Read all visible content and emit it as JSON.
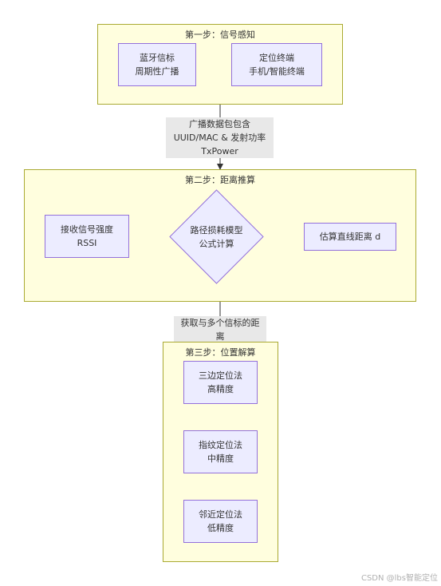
{
  "clusters": {
    "step1": "第一步：信号感知",
    "step2": "第二步：距离推算",
    "step3": "第三步：位置解算"
  },
  "nodes": {
    "beacon": [
      "蓝牙信标",
      "周期性广播"
    ],
    "terminal": [
      "定位终端",
      "手机/智能终端"
    ],
    "rssi": [
      "接收信号强度",
      "RSSI"
    ],
    "pathloss": [
      "路径损耗模型",
      "公式计算"
    ],
    "distance": [
      "估算直线距离 d"
    ],
    "trilateration": [
      "三边定位法",
      "高精度"
    ],
    "fingerprint": [
      "指纹定位法",
      "中精度"
    ],
    "proximity": [
      "邻近定位法",
      "低精度"
    ]
  },
  "edge_labels": {
    "broadcast": [
      "广播数据包包含",
      "UUID/MAC & 发射功率",
      "TxPower"
    ],
    "multi": [
      "获取与多个信标的距离"
    ]
  },
  "footer": "CSDN @lbs智能定位",
  "colors": {
    "cluster_fill": "#fffede",
    "cluster_border": "#aaaa33",
    "node_fill": "#ececff",
    "node_border": "#9370db",
    "edge": "#333333",
    "label_bg": "#e8e8e8"
  }
}
